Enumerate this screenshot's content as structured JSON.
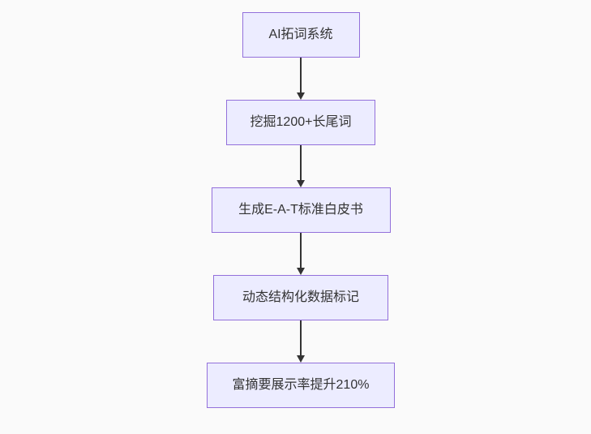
{
  "diagram": {
    "type": "flowchart",
    "direction": "top-down",
    "nodes": [
      {
        "id": "node-1",
        "label": "AI拓词系统"
      },
      {
        "id": "node-2",
        "label": "挖掘1200+长尾词"
      },
      {
        "id": "node-3",
        "label": "生成E-A-T标准白皮书"
      },
      {
        "id": "node-4",
        "label": "动态结构化数据标记"
      },
      {
        "id": "node-5",
        "label": "富摘要展示率提升210%"
      }
    ],
    "edges": [
      {
        "from": "node-1",
        "to": "node-2",
        "arrow": "down"
      },
      {
        "from": "node-2",
        "to": "node-3",
        "arrow": "down"
      },
      {
        "from": "node-3",
        "to": "node-4",
        "arrow": "down"
      },
      {
        "from": "node-4",
        "to": "node-5",
        "arrow": "down"
      }
    ],
    "colors": {
      "background": "#fafafa",
      "node_fill": "#ECECFF",
      "node_border": "#9370DB",
      "arrow": "#333333",
      "text": "#333333"
    }
  }
}
